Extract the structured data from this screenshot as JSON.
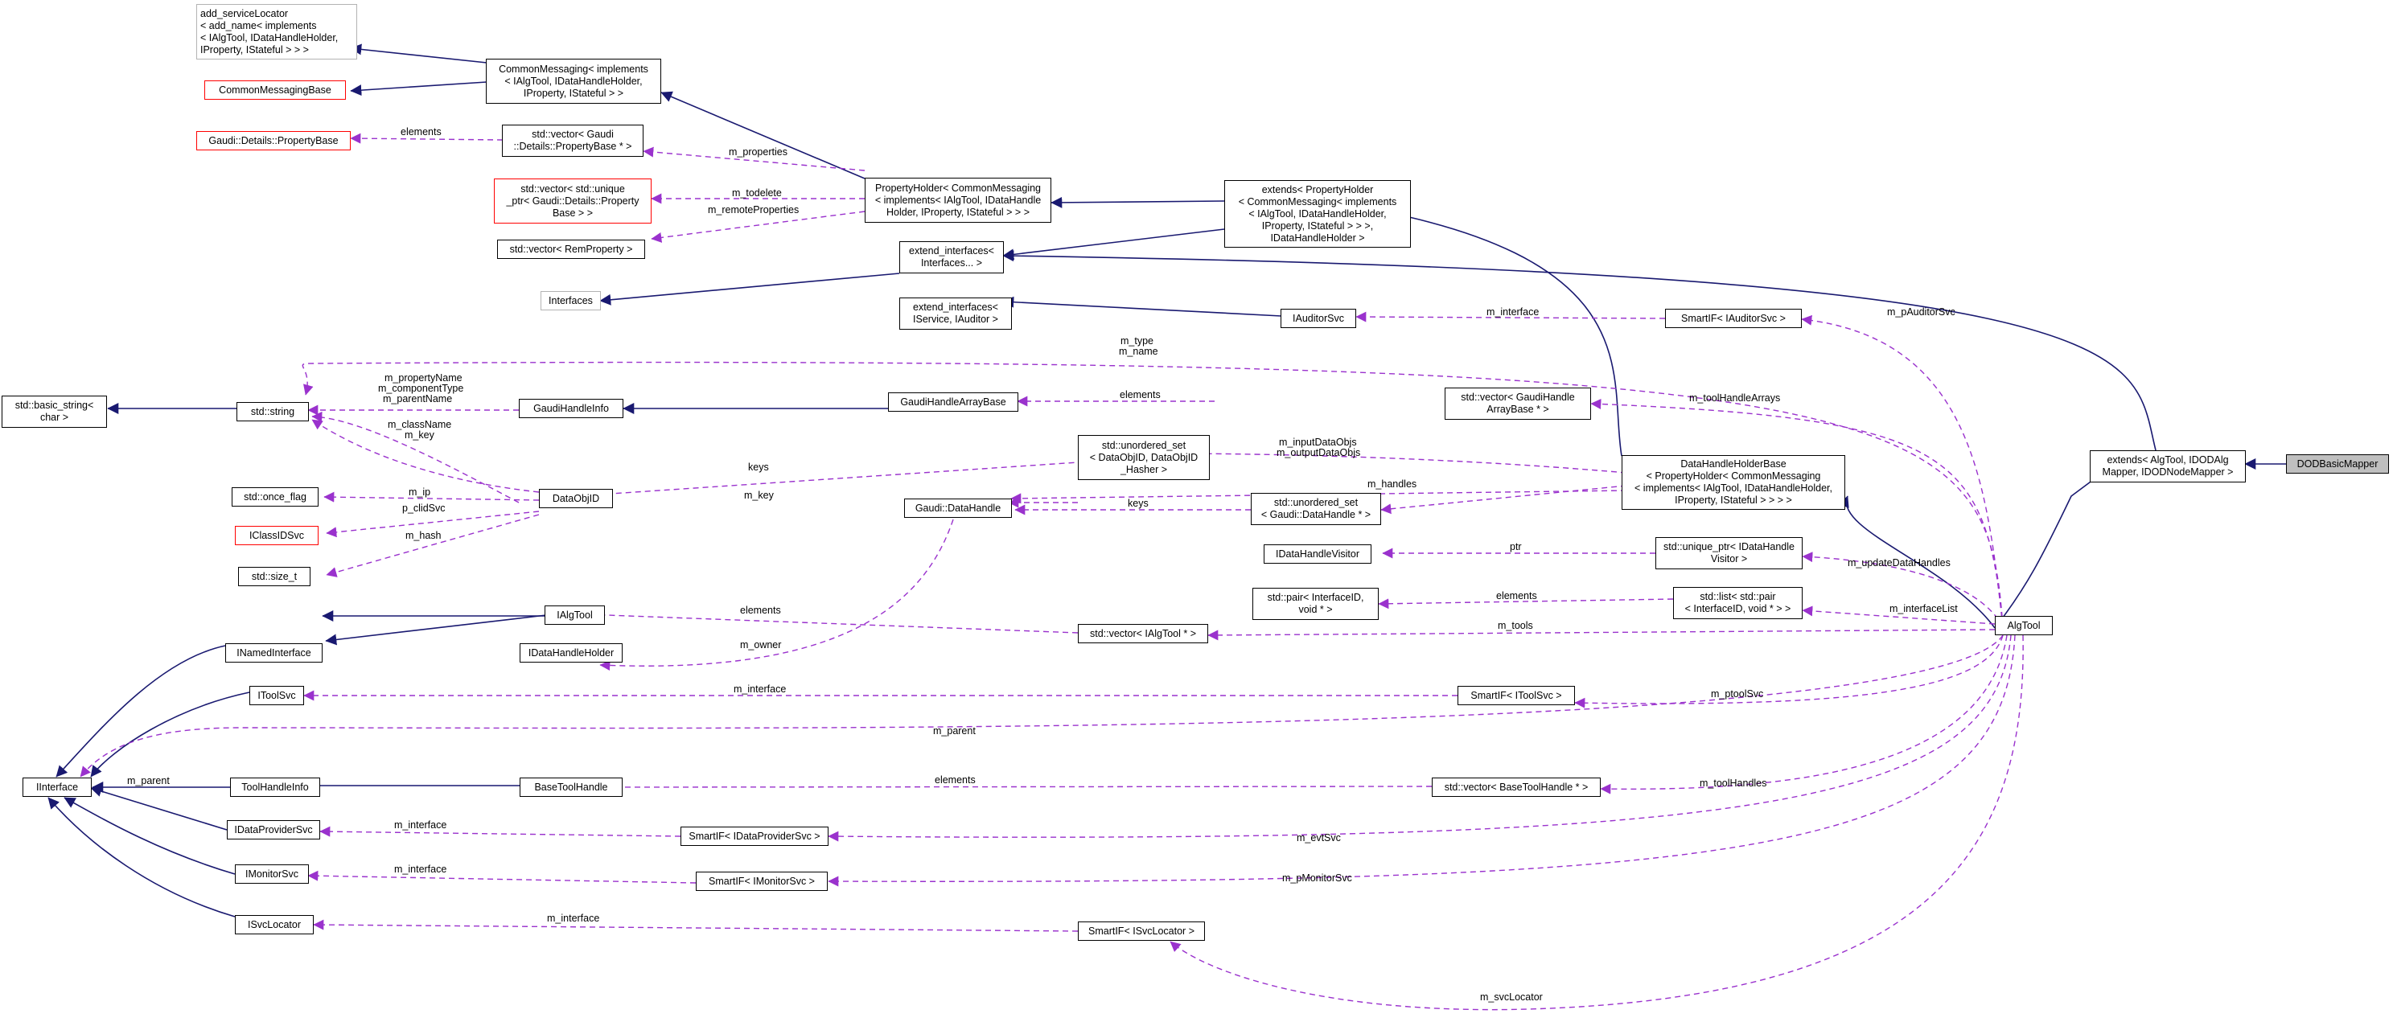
{
  "nodes": {
    "n_addsvc": "add_serviceLocator\n< add_name< implements\n< IAlgTool, IDataHandleHolder,\nIProperty, IStateful > > >",
    "n_cmbase": "CommonMessagingBase",
    "n_propbase": "Gaudi::Details::PropertyBase",
    "n_cmimpl": "CommonMessaging< implements\n< IAlgTool, IDataHandleHolder,\nIProperty, IStateful > >",
    "n_vecpb": "std::vector< Gaudi\n::Details::PropertyBase * >",
    "n_vecup": "std::vector< std::unique\n_ptr< Gaudi::Details::Property\nBase > >",
    "n_vecremp": "std::vector< RemProperty >",
    "n_propholder": "PropertyHolder< CommonMessaging\n< implements< IAlgTool, IDataHandle\nHolder, IProperty, IStateful > > >",
    "n_extends": "extends< PropertyHolder\n< CommonMessaging< implements\n< IAlgTool, IDataHandleHolder,\nIProperty, IStateful > > >,\nIDataHandleHolder >",
    "n_extif1": "extend_interfaces<\nInterfaces... >",
    "n_interfaces": "Interfaces",
    "n_extif2": "extend_interfaces<\nIService, IAuditor >",
    "n_iauditorsvc": "IAuditorSvc",
    "n_smartaud": "SmartIF< IAuditorSvc >",
    "n_basicstr": "std::basic_string<\nchar >",
    "n_string": "std::string",
    "n_ghi": "GaudiHandleInfo",
    "n_ghab": "GaudiHandleArrayBase",
    "n_vecghab": "std::vector< GaudiHandle\nArrayBase * >",
    "n_dhhb": "DataHandleHolderBase\n< PropertyHolder< CommonMessaging\n< implements< IAlgTool, IDataHandleHolder,\nIProperty, IStateful > > > >",
    "n_extalg": "extends< AlgTool, IDODAlg\nMapper, IDODNodeMapper >",
    "n_dod": "DODBasicMapper",
    "n_onceflag": "std::once_flag",
    "n_iclassid": "IClassIDSvc",
    "n_sizet": "std::size_t",
    "n_dataobjid": "DataObjID",
    "n_uset1": "std::unordered_set\n< DataObjID, DataObjID\n_Hasher >",
    "n_gdh": "Gaudi::DataHandle",
    "n_uset2": "std::unordered_set\n< Gaudi::DataHandle * >",
    "n_idhv": "IDataHandleVisitor",
    "n_uptr": "std::unique_ptr< IDataHandle\nVisitor >",
    "n_pair": "std::pair< InterfaceID,\nvoid * >",
    "n_list": "std::list< std::pair\n< InterfaceID, void * > >",
    "n_algtool": "AlgTool",
    "n_ialgtool": "IAlgTool",
    "n_inamed": "INamedInterface",
    "n_idhh": "IDataHandleHolder",
    "n_vecialg": "std::vector< IAlgTool * >",
    "n_itoolsvc": "IToolSvc",
    "n_smarttool": "SmartIF< IToolSvc >",
    "n_iinterface": "IInterface",
    "n_thi": "ToolHandleInfo",
    "n_bth": "BaseToolHandle",
    "n_vecbth": "std::vector< BaseToolHandle * >",
    "n_idps": "IDataProviderSvc",
    "n_smartdp": "SmartIF< IDataProviderSvc >",
    "n_imon": "IMonitorSvc",
    "n_smartmon": "SmartIF< IMonitorSvc >",
    "n_isvcloc": "ISvcLocator",
    "n_smartsvc": "SmartIF< ISvcLocator >"
  },
  "edge_labels": {
    "elements_pb": "elements",
    "m_properties": "m_properties",
    "m_todelete": "m_todelete",
    "m_remoteProperties": "m_remoteProperties",
    "m_interface_aud": "m_interface",
    "m_pAuditorSvc": "m_pAuditorSvc",
    "m_type_name": "m_type\nm_name",
    "m_property_names": "m_propertyName\nm_componentType\nm_parentName",
    "elements_ghab": "elements",
    "m_toolHandleArrays": "m_toolHandleArrays",
    "m_className_key": "m_className\nm_key",
    "keys_uset1": "keys",
    "m_input_output": "m_inputDataObjs\nm_outputDataObjs",
    "m_ip": "m_ip",
    "m_key": "m_key",
    "keys_uset2": "keys",
    "m_handles": "m_handles",
    "p_clidSvc": "p_clidSvc",
    "m_hash": "m_hash",
    "ptr": "ptr",
    "m_updateDataHandles": "m_updateDataHandles",
    "elements_pair": "elements",
    "m_interfaceList": "m_interfaceList",
    "elements_ialg": "elements",
    "m_tools": "m_tools",
    "m_owner": "m_owner",
    "m_interface_tool": "m_interface",
    "m_ptoolSvc": "m_ptoolSvc",
    "m_parent_alg": "m_parent",
    "m_parent_thi": "m_parent",
    "elements_bth": "elements",
    "m_toolHandles": "m_toolHandles",
    "m_interface_dp": "m_interface",
    "m_evtSvc": "m_evtSvc",
    "m_interface_mon": "m_interface",
    "m_pMonitorSvc": "m_pMonitorSvc",
    "m_interface_svc": "m_interface",
    "m_svcLocator": "m_svcLocator"
  },
  "colors": {
    "inheritance": "#191970",
    "usage": "#9a32cd",
    "node_border": "#000000",
    "node_border_gray": "#b3b3b3",
    "node_border_red": "#ff0000",
    "highlight_fill": "#bfbfbf"
  }
}
